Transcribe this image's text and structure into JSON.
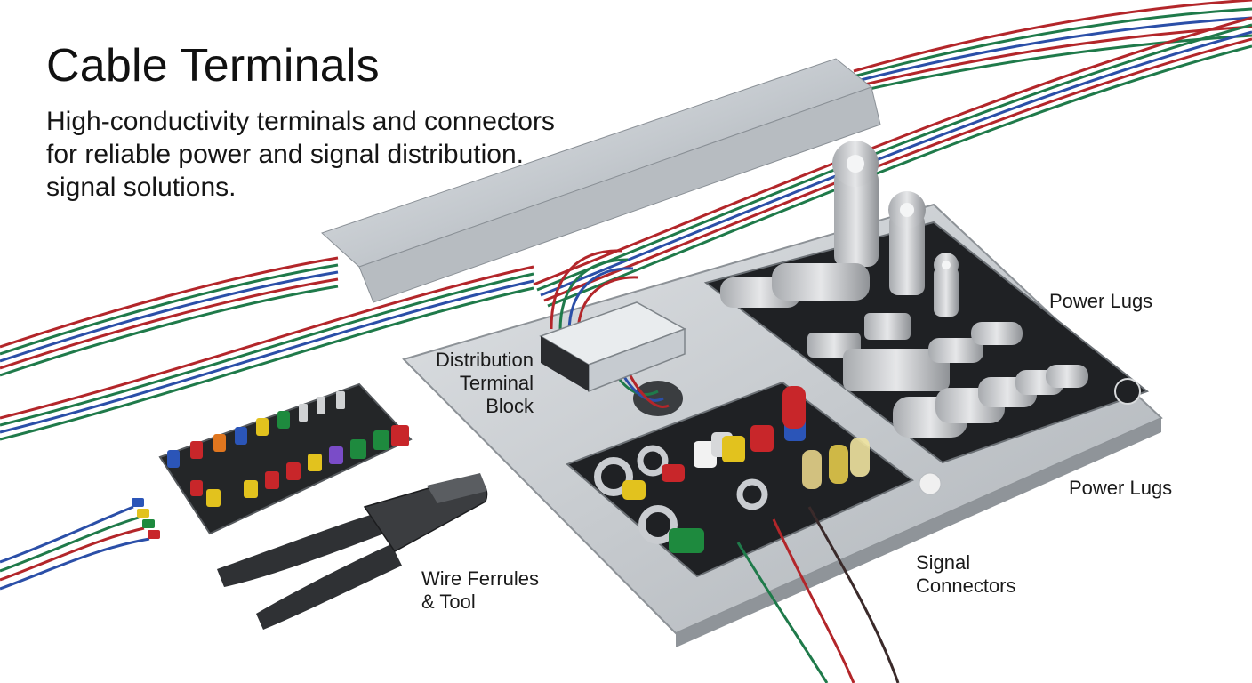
{
  "header": {
    "title": "Cable Terminals",
    "subtitle_lines": [
      "High-conductivity terminals and connectors",
      "for reliable power and signal distribution.",
      "signal solutions."
    ]
  },
  "labels": {
    "power_lugs_top": "Power Lugs",
    "power_lugs_side": "Power Lugs",
    "distribution_block": [
      "Distribution",
      "Terminal Block"
    ],
    "wire_ferrules": [
      "Wire Ferrules",
      "& Tool"
    ],
    "signal_connectors": [
      "Signal",
      "Connectors"
    ]
  },
  "colors": {
    "background": "#ffffff",
    "wire_red": "#b3262a",
    "wire_green": "#1f7a4a",
    "wire_blue": "#2b4fa8",
    "steel": "#c9ced3",
    "mat": "#1f2124",
    "copper_tin": "#c7c9cc"
  }
}
